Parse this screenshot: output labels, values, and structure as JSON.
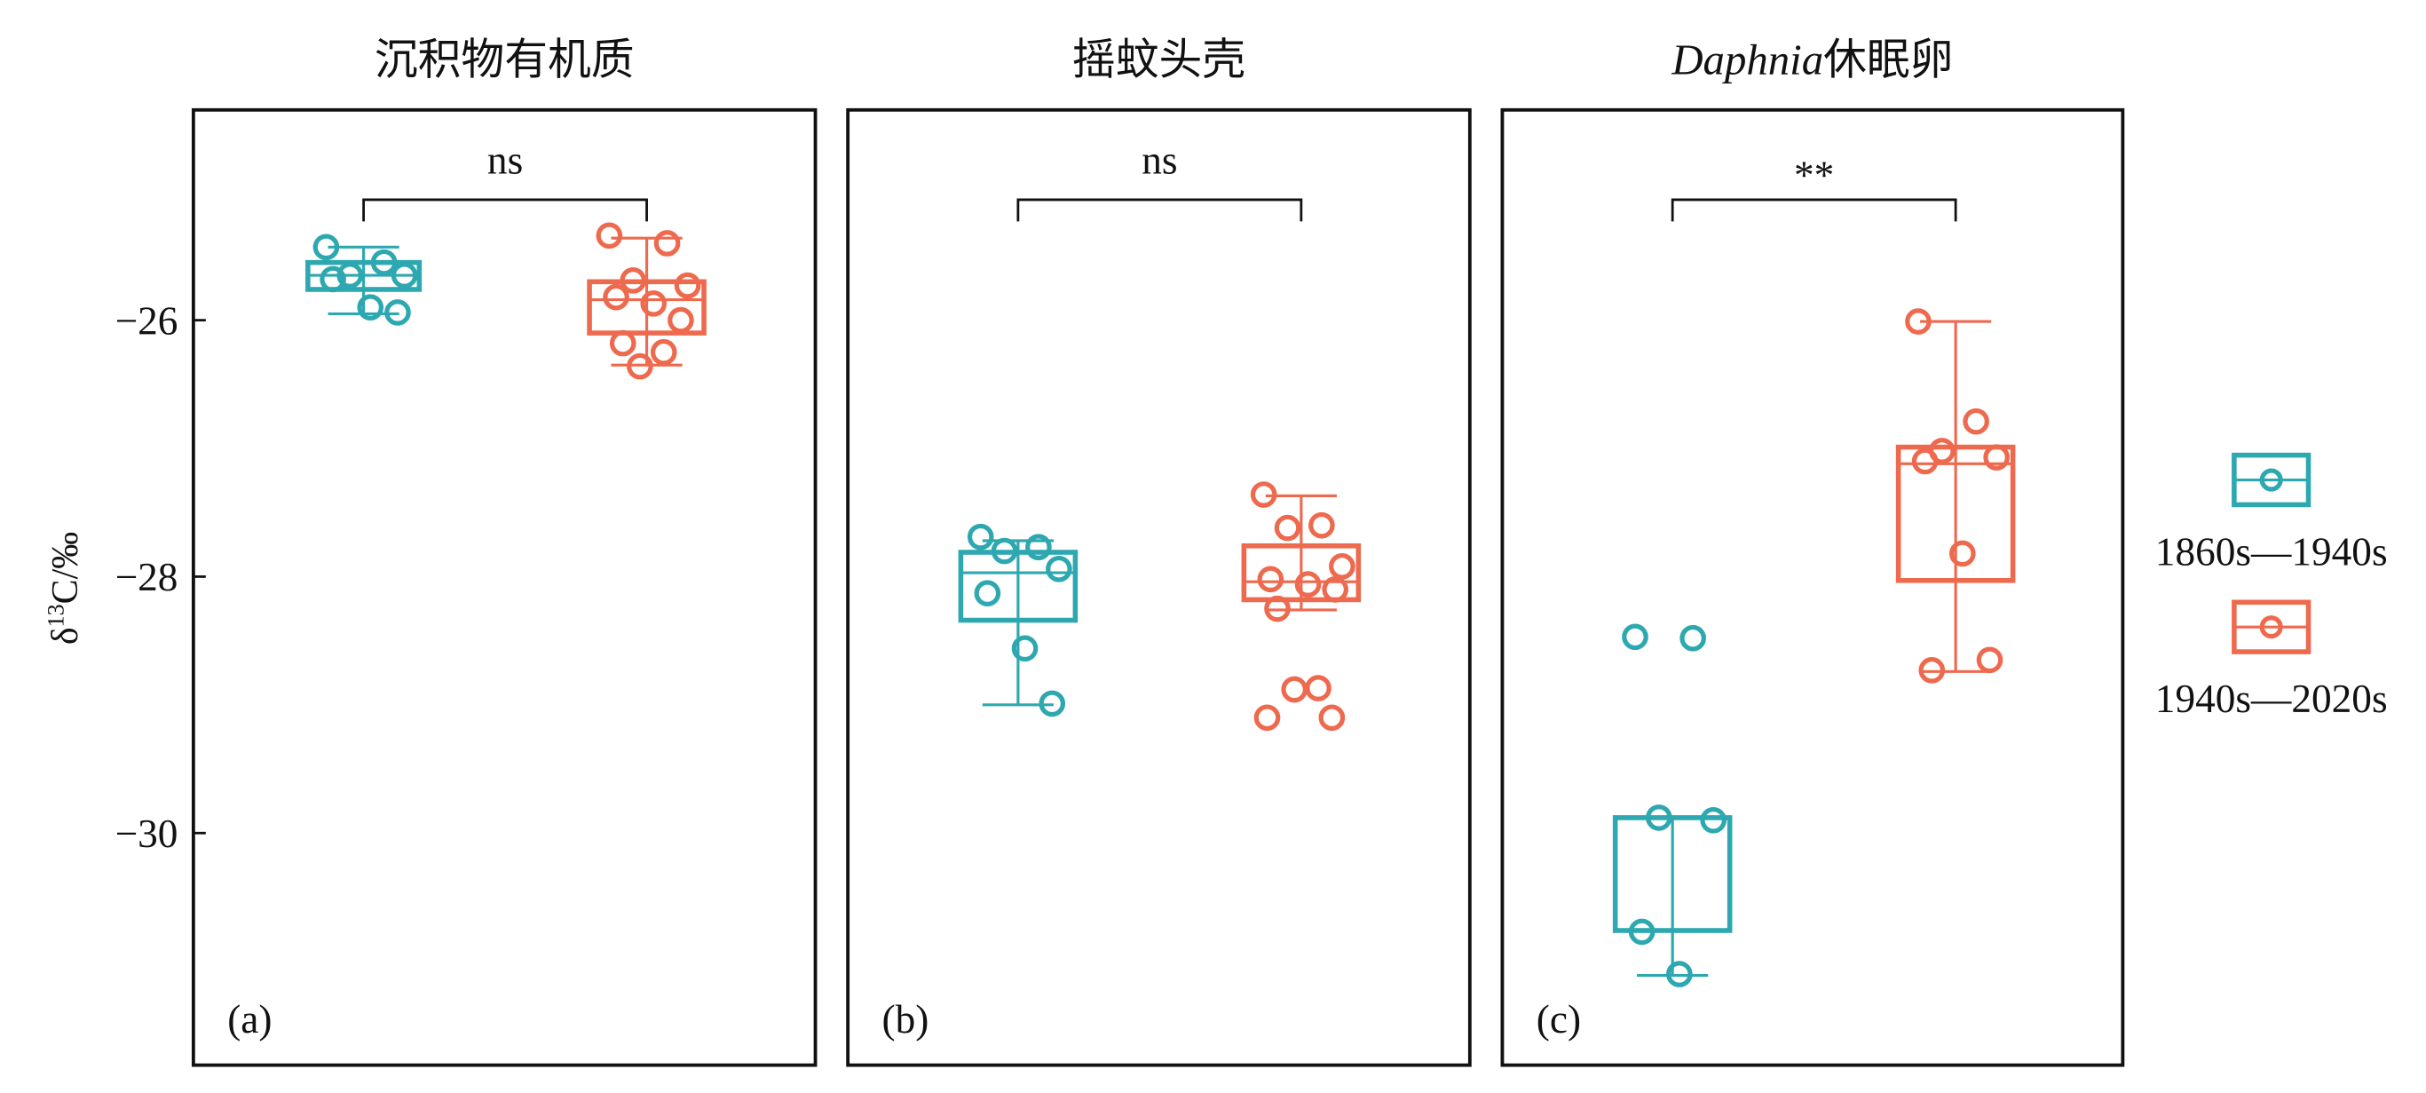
{
  "chart_data": {
    "type": "box",
    "ylabel": "δ13C/‰",
    "ylabel_parts": {
      "symbol": "δ",
      "superscript": "13",
      "rest": "C/‰"
    },
    "ylim": [
      -31.81,
      -24.36
    ],
    "yticks": [
      -26,
      -28,
      -30
    ],
    "ytick_labels": [
      "−26",
      "−28",
      "−30"
    ],
    "grid": false,
    "legend": {
      "placement": "right",
      "entries": [
        {
          "label": "1860s—1940s",
          "color": "#2EA8B0"
        },
        {
          "label": "1940s—2020s",
          "color": "#EE6A4F"
        }
      ]
    },
    "panels": [
      {
        "title": "沉积物有机质",
        "title_italic_prefix": "",
        "panel_label": "(a)",
        "significance": "ns",
        "groups": [
          {
            "name": "1860s—1940s",
            "color": "#2EA8B0",
            "whisker_low": -25.95,
            "q1": -25.76,
            "median": -25.65,
            "q3": -25.55,
            "whisker_high": -25.43,
            "points": [
              -25.43,
              -25.55,
              -25.65,
              -25.65,
              -25.68,
              -25.9,
              -25.94
            ]
          },
          {
            "name": "1940s—2020s",
            "color": "#EE6A4F",
            "whisker_low": -26.35,
            "q1": -26.1,
            "median": -25.84,
            "q3": -25.7,
            "whisker_high": -25.36,
            "points": [
              -25.34,
              -25.4,
              -25.69,
              -25.73,
              -25.82,
              -25.87,
              -26.0,
              -26.18,
              -26.25,
              -26.36
            ]
          }
        ]
      },
      {
        "title": "摇蚊头壳",
        "title_italic_prefix": "",
        "panel_label": "(b)",
        "significance": "ns",
        "groups": [
          {
            "name": "1860s—1940s",
            "color": "#2EA8B0",
            "whisker_low": -29.0,
            "q1": -28.34,
            "median": -27.97,
            "q3": -27.81,
            "whisker_high": -27.72,
            "points": [
              -27.69,
              -27.77,
              -27.8,
              -27.94,
              -28.13,
              -28.56,
              -28.99
            ]
          },
          {
            "name": "1940s—2020s",
            "color": "#EE6A4F",
            "whisker_low": -28.26,
            "q1": -28.18,
            "median": -28.04,
            "q3": -27.76,
            "whisker_high": -27.37,
            "points": [
              -27.36,
              -27.6,
              -27.62,
              -27.92,
              -28.02,
              -28.06,
              -28.1,
              -28.25,
              -28.87,
              -28.88,
              -29.1,
              -29.1
            ]
          }
        ]
      },
      {
        "title": "休眠卵",
        "title_italic_prefix": "Daphnia",
        "panel_label": "(c)",
        "significance": "**",
        "groups": [
          {
            "name": "1860s—1940s",
            "color": "#2EA8B0",
            "whisker_low": -31.11,
            "q1": -30.76,
            "median": -29.88,
            "q3": -29.88,
            "whisker_high": -29.88,
            "points": [
              -28.47,
              -28.48,
              -29.88,
              -29.9,
              -30.77,
              -31.1
            ]
          },
          {
            "name": "1940s—2020s",
            "color": "#EE6A4F",
            "whisker_low": -28.74,
            "q1": -28.03,
            "median": -27.12,
            "q3": -26.99,
            "whisker_high": -26.01,
            "points": [
              -26.01,
              -26.79,
              -27.02,
              -27.07,
              -27.1,
              -27.82,
              -28.65,
              -28.73
            ]
          }
        ]
      }
    ]
  }
}
